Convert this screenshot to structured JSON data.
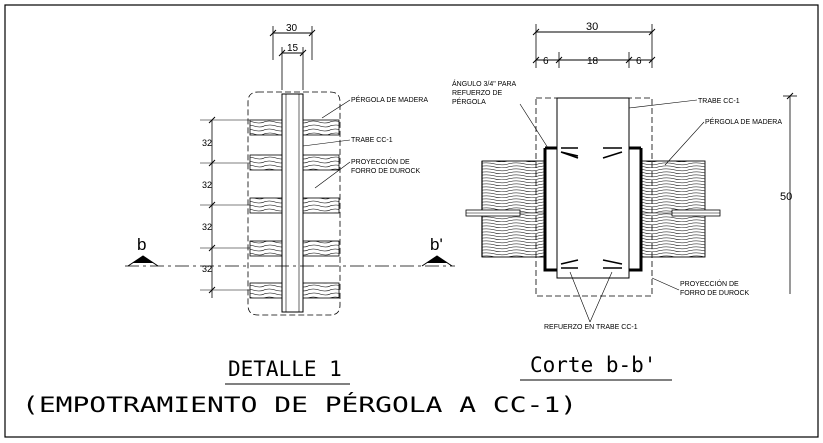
{
  "detail": {
    "dim_total": "30",
    "dim_inner": "15",
    "dim_spacing": "32",
    "label_pergola": "PÉRGOLA DE MADERA",
    "label_trabe": "TRABE CC-1",
    "label_proyeccion_1": "PROYECCIÓN DE",
    "label_proyeccion_2": "FORRO DE DUROCK",
    "section_left": "b",
    "section_right": "b'",
    "title_1": "DETALLE 1",
    "title_2": "(EMPOTRAMIENTO DE PÉRGOLA A CC-1)"
  },
  "section": {
    "dim_total": "30",
    "dim_left": "6",
    "dim_mid": "18",
    "dim_right": "6",
    "dim_height": "50",
    "label_angulo_1": "ÁNGULO 3/4\" PARA",
    "label_angulo_2": "REFUERZO DE",
    "label_angulo_3": "PÉRGOLA",
    "label_trabe": "TRABE CC-1",
    "label_pergola": "PÉRGOLA DE MADERA",
    "label_proyeccion_1": "PROYECCIÓN DE",
    "label_proyeccion_2": "FORRO DE DUROCK",
    "label_refuerzo": "REFUERZO EN TRABE CC-1",
    "title": "Corte b-b'"
  }
}
